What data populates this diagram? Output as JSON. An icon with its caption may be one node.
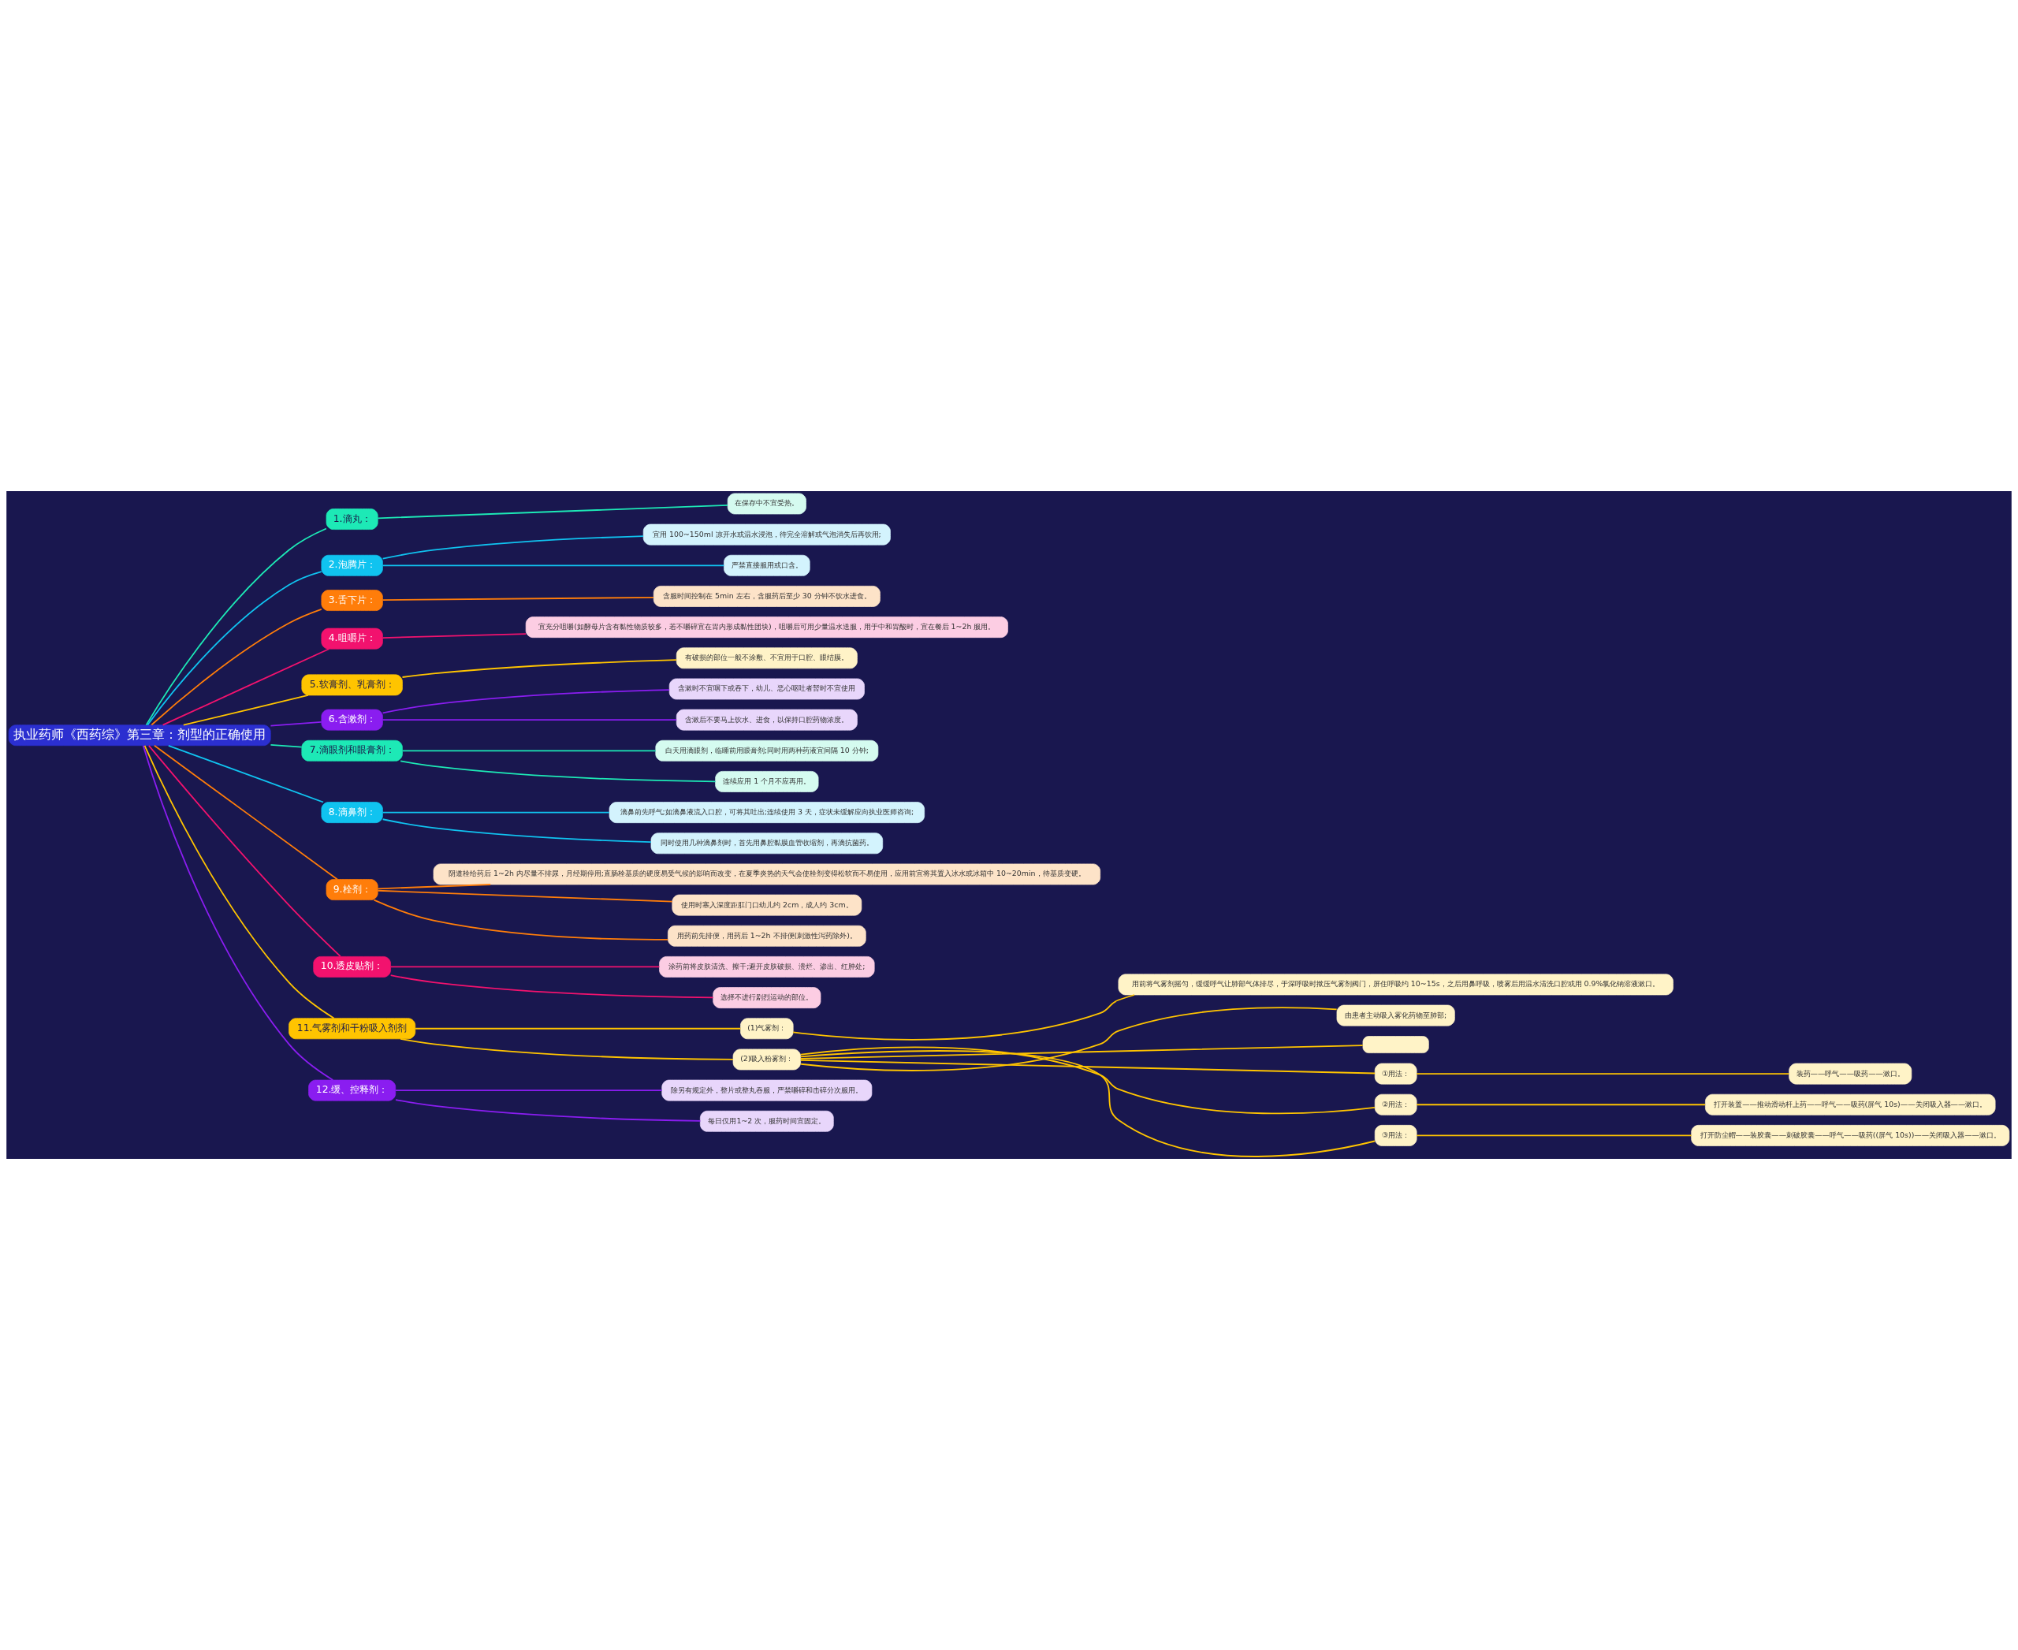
{
  "diagram": {
    "nodes": [
      {
        "text": [
          "执业药师《西药综》第三章：剂型的正确使用"
        ]
      },
      {
        "text": [
          "1.滴丸："
        ]
      },
      {
        "text": [
          "在保存中不宜受热。"
        ]
      },
      {
        "text": [
          "2.泡腾片："
        ]
      },
      {
        "text": [
          "宜用 100~150ml 凉开水或温水浸泡，待完全溶解或气泡消失后再饮用;"
        ]
      },
      {
        "text": [
          "严禁直接服用或口含。"
        ]
      },
      {
        "text": [
          "3.舌下片："
        ]
      },
      {
        "text": [
          "含服时间控制在 5min 左右，含服药后至少 30 分钟不饮水进食。"
        ]
      },
      {
        "text": [
          "4.咀嚼片："
        ]
      },
      {
        "text": [
          "宜充分咀嚼(如酵母片含有黏性物质较多，若不嚼碎宜在胃内形成黏性团块)，咀嚼后可用少量温水送服，用于中和胃酸时，宜在餐后 1~2h 服用。"
        ]
      },
      {
        "text": [
          "5.软膏剂、乳膏剂："
        ]
      },
      {
        "text": [
          "有破损的部位一般不涂敷、不宜用于口腔、眼结膜。"
        ]
      },
      {
        "text": [
          "6.含漱剂："
        ]
      },
      {
        "text": [
          "含漱时不宜咽下或吞下，幼儿、恶心呕吐者暂时不宜使用"
        ]
      },
      {
        "text": [
          "含漱后不要马上饮水、进食，以保持口腔药物浓度。"
        ]
      },
      {
        "text": [
          "7.滴眼剂和眼膏剂："
        ]
      },
      {
        "text": [
          "白天用滴眼剂，临睡前用眼膏剂;同时用两种药液宜间隔 10 分钟;"
        ]
      },
      {
        "text": [
          "连续应用 1 个月不应再用。"
        ]
      },
      {
        "text": [
          "8.滴鼻剂："
        ]
      },
      {
        "text": [
          "滴鼻前先呼气;如滴鼻液流入口腔，可将其吐出;连续使用 3 天，症状未缓解应向执业医师咨询;"
        ]
      },
      {
        "text": [
          "同时使用几种滴鼻剂时，首先用鼻腔黏膜血管收缩剂，再滴抗菌药。"
        ]
      },
      {
        "text": [
          "9.栓剂："
        ]
      },
      {
        "text": [
          "阴道栓给药后 1~2h 内尽量不排尿，月经期停用;直肠栓基质的硬度易受气候的影响而改变，在夏季炎热的天气会使栓剂变得松软而不易使用，应用前宜将其置入冰水或冰箱中 10~20min，待基质变硬。"
        ]
      },
      {
        "text": [
          "使用时塞入深度距肛门口幼儿约 2cm，成人约 3cm。"
        ]
      },
      {
        "text": [
          "用药前先排便，用药后 1~2h 不排便(刺激性泻药除外)。"
        ]
      },
      {
        "text": [
          "10.透皮贴剂："
        ]
      },
      {
        "text": [
          "涂药前将皮肤清洗、擦干;避开皮肤破损、溃烂、渗出、红肿处;"
        ]
      },
      {
        "text": [
          "选择不进行剧烈运动的部位。"
        ]
      },
      {
        "text": [
          "11.气雾剂和干粉吸入剂剂"
        ]
      },
      {
        "text": [
          "(1)气雾剂："
        ]
      },
      {
        "text": [
          "用前将气雾剂摇匀，缓缓呼气让肺部气体排尽，于深呼吸时揿压气雾剂阀门，屏住呼吸约 10~15s，之后用鼻呼吸，喷雾后用温水清洗口腔或用 0.9%氯化钠溶液漱口。"
        ]
      },
      {
        "text": [
          "(2)吸入粉雾剂："
        ]
      },
      {
        "text": [
          "由患者主动吸入雾化药物至肺部;"
        ]
      },
      {
        "text": [],
        "shape": "box"
      },
      {
        "text": [
          "①用法："
        ]
      },
      {
        "text": [
          "装药——呼气——吸药——漱口。"
        ]
      },
      {
        "text": [
          "②用法："
        ]
      },
      {
        "text": [
          "打开装置——推动滑动杆上药——呼气——吸药(屏气 10s)——关闭吸入器——漱口。"
        ]
      },
      {
        "text": [
          "③用法："
        ]
      },
      {
        "text": [
          "打开防尘帽——装胶囊——刺破胶囊——呼气——吸药((屏气 10s))——关闭吸入器——漱口。"
        ]
      },
      {
        "text": [
          "12.缓、控释剂："
        ]
      },
      {
        "text": [
          "除另有规定外，整片或整丸吞服，严禁嚼碎和击碎分次服用。"
        ]
      },
      {
        "text": [
          "每日仅用1~2 次，服药时间宜固定。"
        ]
      }
    ],
    "edges": [
      {
        "from": 0,
        "to": 1,
        "arrow": "none",
        "color": "#1de9b6"
      },
      {
        "from": 1,
        "to": 2,
        "arrow": "none",
        "color": "#1de9b6"
      },
      {
        "from": 0,
        "to": 3,
        "arrow": "none",
        "color": "#10c3f0"
      },
      {
        "from": 3,
        "to": 4,
        "arrow": "none",
        "color": "#10c3f0"
      },
      {
        "from": 3,
        "to": 5,
        "arrow": "none",
        "color": "#10c3f0"
      },
      {
        "from": 0,
        "to": 6,
        "arrow": "none",
        "color": "#ff7d0a"
      },
      {
        "from": 6,
        "to": 7,
        "arrow": "none",
        "color": "#ff7d0a"
      },
      {
        "from": 0,
        "to": 8,
        "arrow": "none",
        "color": "#f2126e"
      },
      {
        "from": 8,
        "to": 9,
        "arrow": "none",
        "color": "#f2126e"
      },
      {
        "from": 0,
        "to": 10,
        "arrow": "none",
        "color": "#ffc400"
      },
      {
        "from": 10,
        "to": 11,
        "arrow": "none",
        "color": "#ffc400"
      },
      {
        "from": 0,
        "to": 12,
        "arrow": "none",
        "color": "#8a1df0"
      },
      {
        "from": 12,
        "to": 13,
        "arrow": "none",
        "color": "#8a1df0"
      },
      {
        "from": 12,
        "to": 14,
        "arrow": "none",
        "color": "#8a1df0"
      },
      {
        "from": 0,
        "to": 15,
        "arrow": "none",
        "color": "#1de9b6"
      },
      {
        "from": 15,
        "to": 16,
        "arrow": "none",
        "color": "#1de9b6"
      },
      {
        "from": 15,
        "to": 17,
        "arrow": "none",
        "color": "#1de9b6"
      },
      {
        "from": 0,
        "to": 18,
        "arrow": "none",
        "color": "#10c3f0"
      },
      {
        "from": 18,
        "to": 19,
        "arrow": "none",
        "color": "#10c3f0"
      },
      {
        "from": 18,
        "to": 20,
        "arrow": "none",
        "color": "#10c3f0"
      },
      {
        "from": 0,
        "to": 21,
        "arrow": "none",
        "color": "#ff7d0a"
      },
      {
        "from": 21,
        "to": 22,
        "arrow": "none",
        "color": "#ff7d0a"
      },
      {
        "from": 21,
        "to": 23,
        "arrow": "none",
        "color": "#ff7d0a"
      },
      {
        "from": 21,
        "to": 24,
        "arrow": "none",
        "color": "#ff7d0a"
      },
      {
        "from": 0,
        "to": 25,
        "arrow": "none",
        "color": "#f2126e"
      },
      {
        "from": 25,
        "to": 26,
        "arrow": "none",
        "color": "#f2126e"
      },
      {
        "from": 25,
        "to": 27,
        "arrow": "none",
        "color": "#f2126e"
      },
      {
        "from": 0,
        "to": 28,
        "arrow": "none",
        "color": "#ffc400"
      },
      {
        "from": 28,
        "to": 29,
        "arrow": "none",
        "color": "#ffc400"
      },
      {
        "from": 29,
        "to": 30,
        "arrow": "none",
        "color": "#ffc400"
      },
      {
        "from": 28,
        "to": 31,
        "arrow": "none",
        "color": "#ffc400"
      },
      {
        "from": 31,
        "to": 32,
        "arrow": "none",
        "color": "#ffc400"
      },
      {
        "from": 31,
        "to": 33,
        "arrow": "none",
        "color": "#ffc400"
      },
      {
        "from": 31,
        "to": 34,
        "arrow": "none",
        "color": "#ffc400"
      },
      {
        "from": 34,
        "to": 35,
        "arrow": "none",
        "color": "#ffc400"
      },
      {
        "from": 31,
        "to": 36,
        "arrow": "none",
        "color": "#ffc400"
      },
      {
        "from": 36,
        "to": 37,
        "arrow": "none",
        "color": "#ffc400"
      },
      {
        "from": 31,
        "to": 38,
        "arrow": "none",
        "color": "#ffc400"
      },
      {
        "from": 38,
        "to": 39,
        "arrow": "none",
        "color": "#ffc400"
      },
      {
        "from": 0,
        "to": 40,
        "arrow": "none",
        "color": "#8a1df0"
      },
      {
        "from": 40,
        "to": 41,
        "arrow": "none",
        "color": "#8a1df0"
      },
      {
        "from": 40,
        "to": 42,
        "arrow": "none",
        "color": "#8a1df0"
      }
    ]
  }
}
